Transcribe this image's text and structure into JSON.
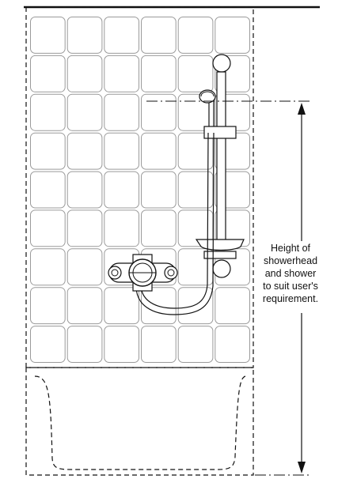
{
  "diagram": {
    "tile_grid": {
      "columns": 6,
      "rows": 9
    },
    "note_lines": [
      "Height of",
      "showerhead",
      "and shower",
      "to suit user's",
      "requirement."
    ],
    "colors": {
      "line": "#111111",
      "tile": "#9a9a9a",
      "background": "#ffffff"
    },
    "icons": [
      "double-arrow-icon",
      "mixer-valve-icon",
      "showerhead-icon"
    ]
  }
}
